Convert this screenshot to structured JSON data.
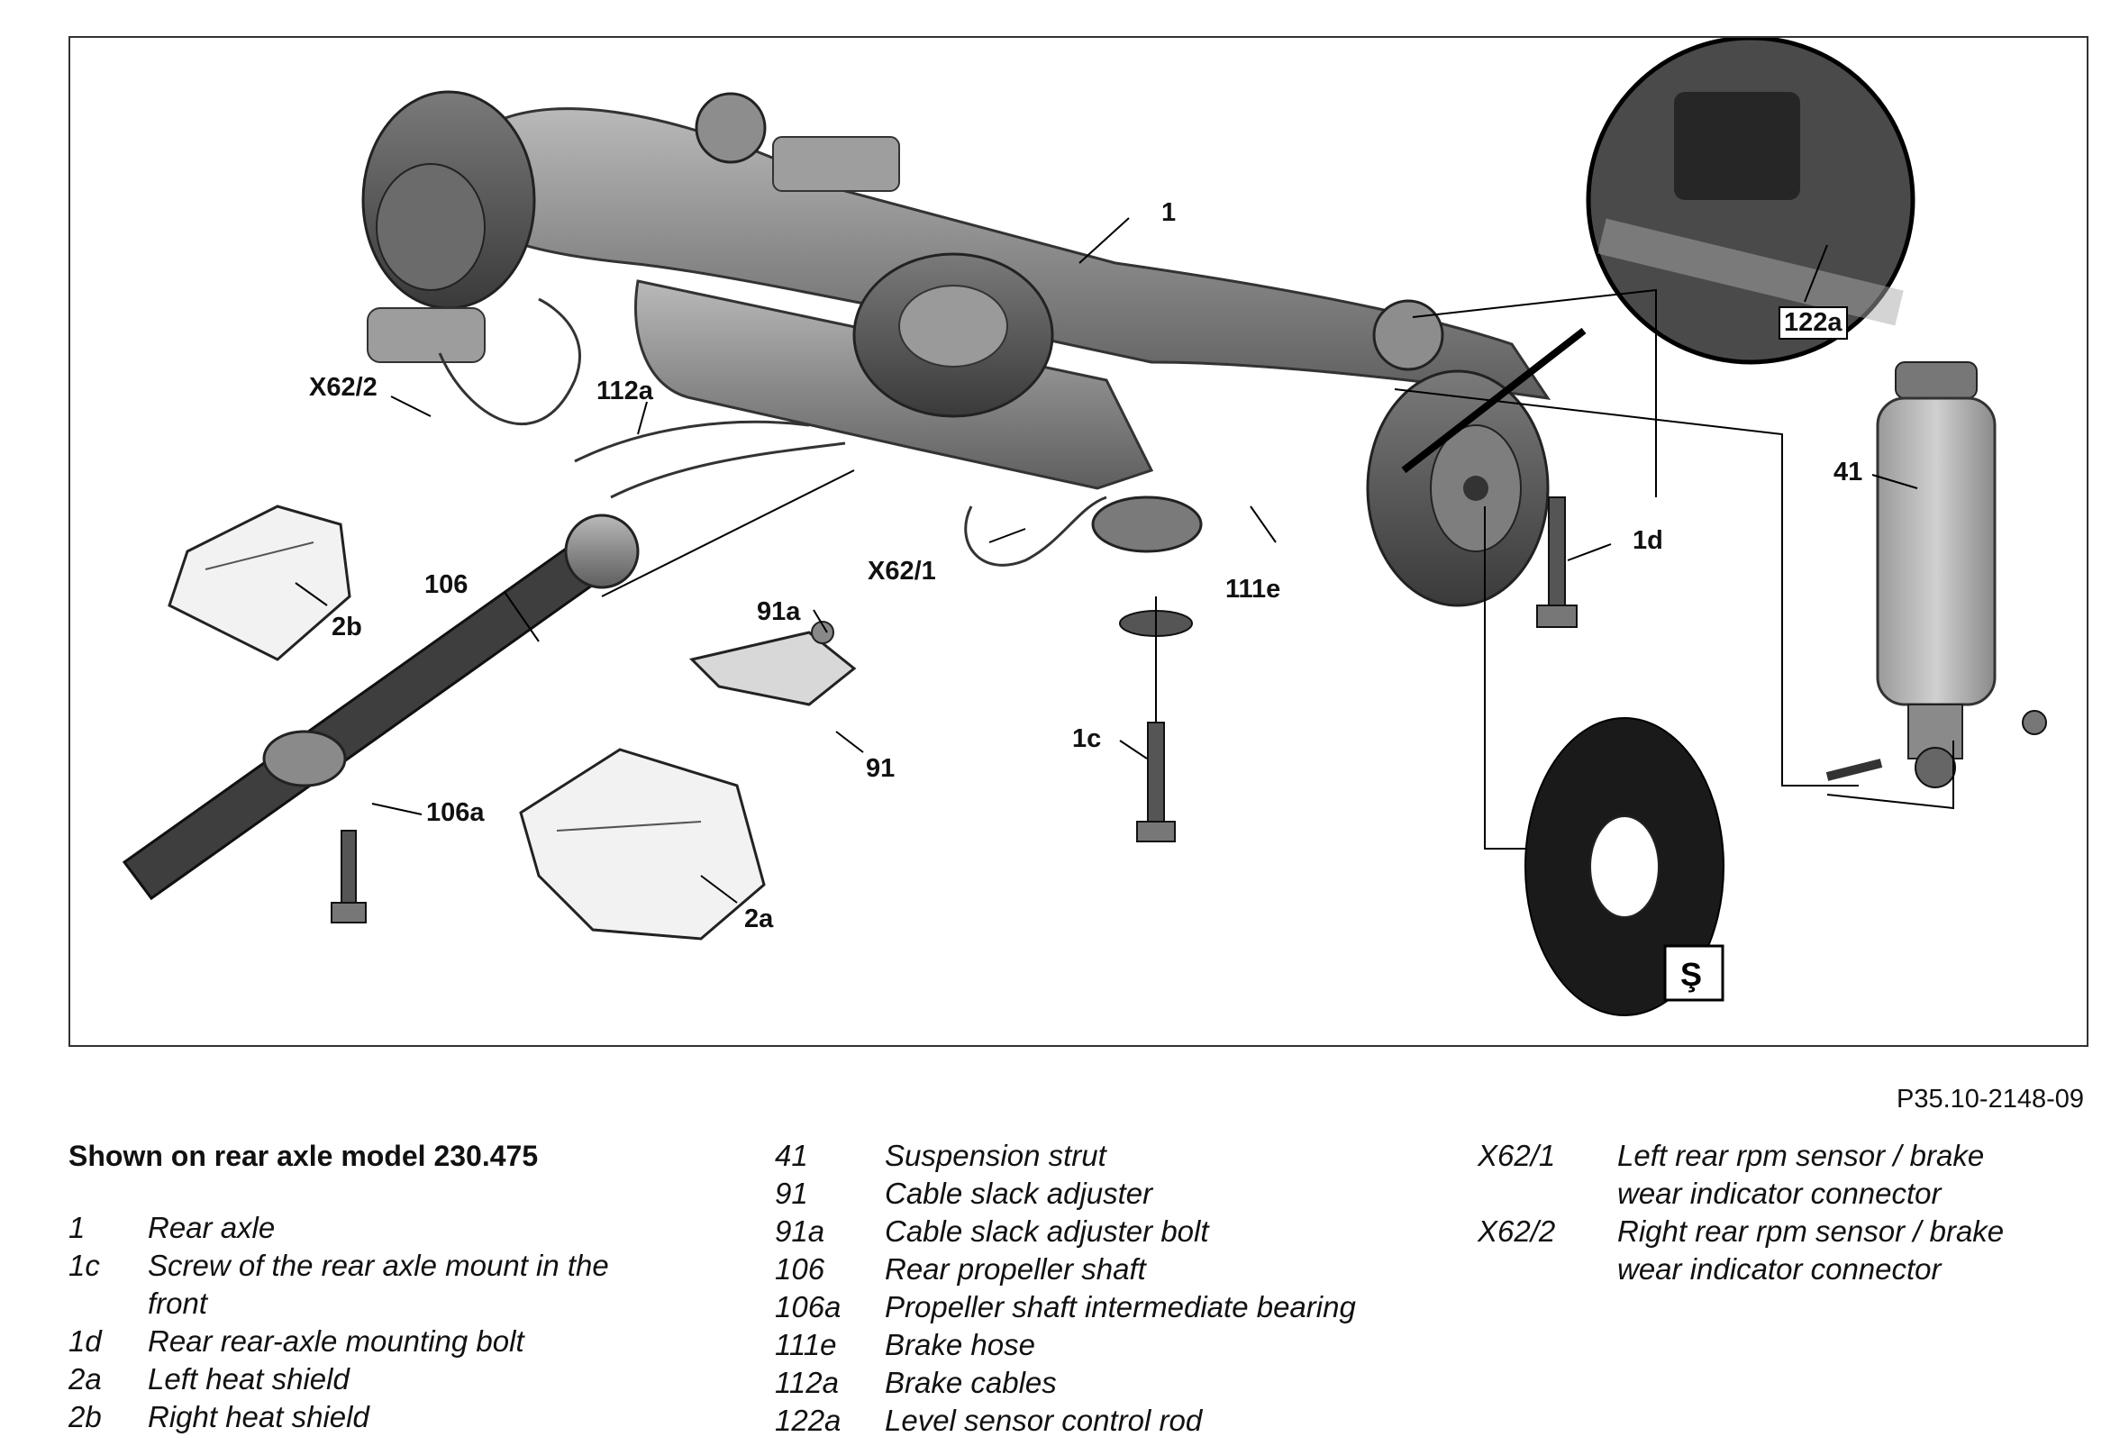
{
  "figure": {
    "callouts": {
      "c1": "1",
      "c122a": "122a",
      "c41": "41",
      "c1d": "1d",
      "cX62_2": "X62/2",
      "c112a": "112a",
      "cX62_1": "X62/1",
      "c111e": "111e",
      "c106": "106",
      "c2b": "2b",
      "c91a": "91a",
      "c91": "91",
      "c1c": "1c",
      "c106a": "106a",
      "c2a": "2a"
    },
    "code": "P35.10-2148-09"
  },
  "legend": {
    "title": "Shown on rear axle model 230.475",
    "col1": [
      {
        "code": "1",
        "text": "Rear axle"
      },
      {
        "code": "1c",
        "text": "Screw of the rear axle mount in the front"
      },
      {
        "code": "1d",
        "text": "Rear rear-axle mounting bolt"
      },
      {
        "code": "2a",
        "text": "Left heat shield"
      },
      {
        "code": "2b",
        "text": "Right heat shield"
      }
    ],
    "col2": [
      {
        "code": "41",
        "text": "Suspension strut"
      },
      {
        "code": "91",
        "text": "Cable slack adjuster"
      },
      {
        "code": "91a",
        "text": "Cable slack adjuster bolt"
      },
      {
        "code": "106",
        "text": "Rear propeller shaft"
      },
      {
        "code": "106a",
        "text": "Propeller shaft intermediate bearing"
      },
      {
        "code": "111e",
        "text": "Brake hose"
      },
      {
        "code": "112a",
        "text": "Brake cables"
      },
      {
        "code": "122a",
        "text": "Level sensor control rod"
      }
    ],
    "col3": [
      {
        "code": "X62/1",
        "text": "Left rear rpm sensor / brake wear indicator connector"
      },
      {
        "code": "X62/2",
        "text": "Right rear rpm sensor / brake wear indicator connector"
      }
    ]
  }
}
